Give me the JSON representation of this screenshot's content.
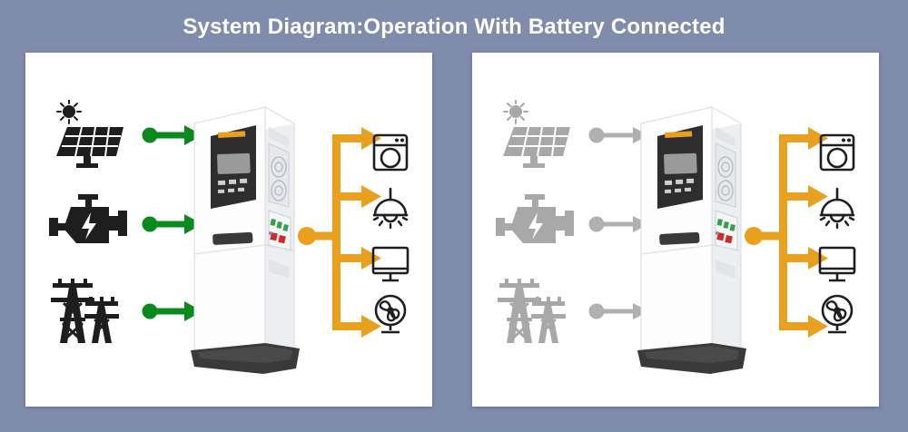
{
  "header": {
    "title": "System Diagram:Operation With Battery Connected"
  },
  "colors": {
    "background": "#7f8cab",
    "panel": "#ffffff",
    "title_text": "#ffffff",
    "active_arrow_green": "#0a8a1e",
    "inactive_arrow_grey": "#b0b0b0",
    "load_bus_orange": "#e8a01e",
    "active_icon_dark": "#1e1e1e",
    "inactive_icon_grey": "#a8a8a8",
    "inverter_body": "#fbfbfb",
    "inverter_display": "#2e2e2e",
    "inverter_base": "#3a3a3a",
    "inverter_logo": "#e8a01e",
    "led_green": "#34a047",
    "led_red": "#cf2b2b"
  },
  "panels": [
    {
      "id": "panel-left",
      "name": "operation-with-sources-active",
      "sources_state": "active",
      "sources": [
        {
          "name": "solar-panel",
          "icon": "solar-panel-icon",
          "state": "active"
        },
        {
          "name": "generator",
          "icon": "generator-icon",
          "state": "active"
        },
        {
          "name": "utility-grid",
          "icon": "power-tower-icon",
          "state": "active"
        }
      ],
      "flow_arrows": [
        {
          "name": "solar-flow-arrow",
          "color": "#0a8a1e",
          "state": "active"
        },
        {
          "name": "generator-flow-arrow",
          "color": "#0a8a1e",
          "state": "active"
        },
        {
          "name": "grid-flow-arrow",
          "color": "#0a8a1e",
          "state": "active"
        }
      ],
      "inverter": {
        "name": "hybrid-inverter-battery-unit",
        "logo": "brand-logo"
      },
      "load_bus": {
        "name": "load-distribution-bus",
        "color": "#e8a01e"
      },
      "loads": [
        {
          "name": "washing-machine",
          "icon": "washing-machine-icon"
        },
        {
          "name": "pendant-lamp",
          "icon": "lamp-icon"
        },
        {
          "name": "monitor",
          "icon": "monitor-icon"
        },
        {
          "name": "fan",
          "icon": "fan-icon"
        }
      ]
    },
    {
      "id": "panel-right",
      "name": "operation-battery-only",
      "sources_state": "inactive",
      "sources": [
        {
          "name": "solar-panel",
          "icon": "solar-panel-icon",
          "state": "inactive"
        },
        {
          "name": "generator",
          "icon": "generator-icon",
          "state": "inactive"
        },
        {
          "name": "utility-grid",
          "icon": "power-tower-icon",
          "state": "inactive"
        }
      ],
      "flow_arrows": [
        {
          "name": "solar-flow-arrow",
          "color": "#b0b0b0",
          "state": "inactive"
        },
        {
          "name": "generator-flow-arrow",
          "color": "#b0b0b0",
          "state": "inactive"
        },
        {
          "name": "grid-flow-arrow",
          "color": "#b0b0b0",
          "state": "inactive"
        }
      ],
      "inverter": {
        "name": "hybrid-inverter-battery-unit",
        "logo": "brand-logo"
      },
      "load_bus": {
        "name": "load-distribution-bus",
        "color": "#e8a01e"
      },
      "loads": [
        {
          "name": "washing-machine",
          "icon": "washing-machine-icon"
        },
        {
          "name": "pendant-lamp",
          "icon": "lamp-icon"
        },
        {
          "name": "monitor",
          "icon": "monitor-icon"
        },
        {
          "name": "fan",
          "icon": "fan-icon"
        }
      ]
    }
  ]
}
